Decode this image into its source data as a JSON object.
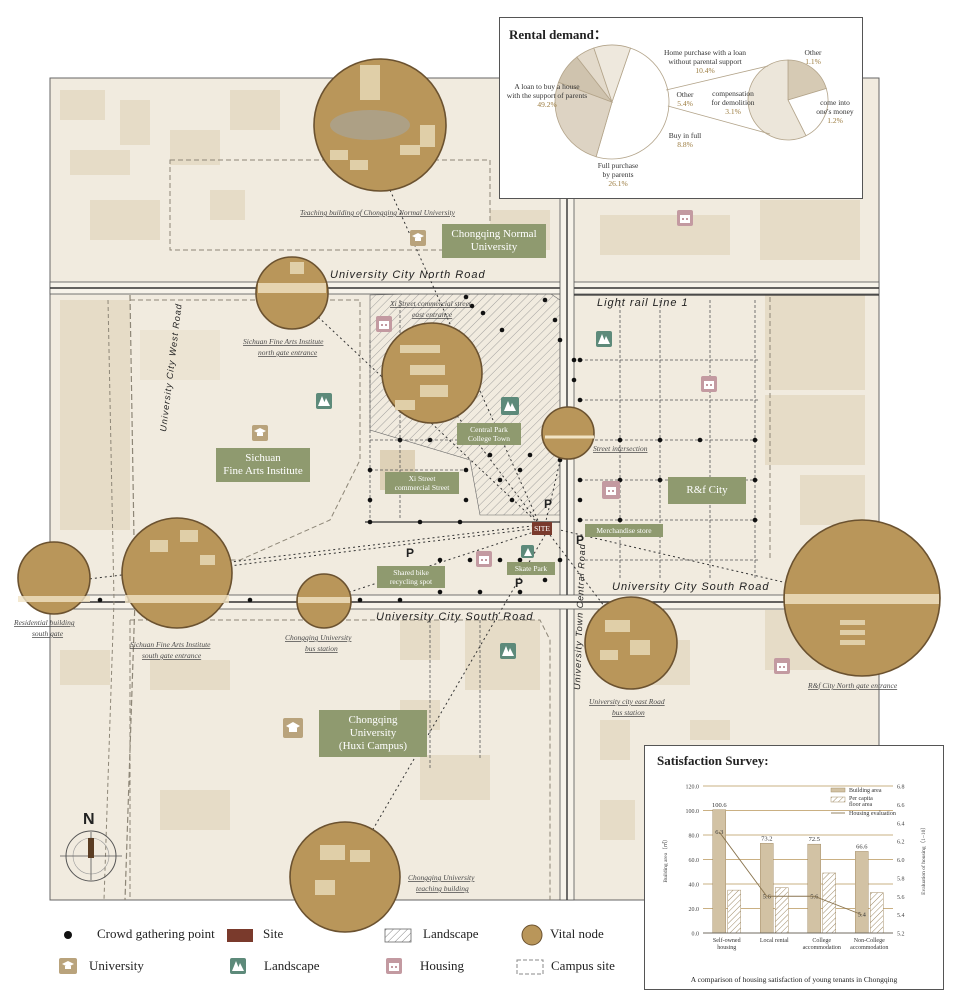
{
  "map": {
    "campuses": [
      {
        "name_lines": [
          "Chongqing Normal",
          "University"
        ]
      },
      {
        "name_lines": [
          "Sichuan",
          "Fine Arts Institute"
        ]
      },
      {
        "name_lines": [
          "Chongqing University",
          "(Huxi Campus)"
        ]
      },
      {
        "name_lines": [
          "R&f City"
        ]
      }
    ],
    "roads": {
      "north": "University City North Road",
      "south_left": "University City South Road",
      "south_right": "University City South Road",
      "west": "University City West Road",
      "central": "University Town Central Road",
      "light_rail": "Light rail Line 1"
    },
    "places": {
      "central_park": [
        "Central Park",
        "College Town"
      ],
      "xi_street": [
        "Xi Street",
        "commercial Street"
      ],
      "shared_bike": [
        "Shared bike",
        "recycling spot"
      ],
      "skate_park": "Skate Park",
      "merchandise": "Merchandise store",
      "site": "SITE",
      "parking": "P"
    },
    "node_labels": {
      "normal_teaching": "Teaching building of Chongqing Normal University",
      "sfai_north": [
        "Sichuan Fine Arts Institute",
        "north gate entrance"
      ],
      "xi_east": [
        "Xi Street commercial street",
        "east entrance"
      ],
      "street_intersection": "Street intersection",
      "residential_south": [
        "Residential building",
        "south gate"
      ],
      "sfai_south": [
        "Sichuan Fine Arts Institute",
        "south gate entrance"
      ],
      "cqu_bus": [
        "Chongqing University",
        "bus station"
      ],
      "east_bus": [
        "University city east Road",
        "bus station"
      ],
      "rf_north": "R&f City North gate entrance",
      "cqu_teaching": [
        "Chongqing University",
        "teaching building"
      ]
    },
    "compass": "N"
  },
  "rental": {
    "title": "Rental demand：",
    "main_pie": [
      {
        "label_lines": [
          "A loan to buy a house",
          "with the support of parents"
        ],
        "pct": 49.2,
        "pct_text": "49.2%"
      },
      {
        "label_lines": [
          "Full purchase",
          "by parents"
        ],
        "pct": 26.1,
        "pct_text": "26.1%"
      },
      {
        "label_lines": [
          "Buy in full"
        ],
        "pct": 8.8,
        "pct_text": "8.8%"
      },
      {
        "label_lines": [
          "Other"
        ],
        "pct": 5.4,
        "pct_text": "5.4%"
      },
      {
        "label_lines": [
          "Home purchase with a loan",
          "without parental support"
        ],
        "pct": 10.4,
        "pct_text": "10.4%"
      }
    ],
    "sub_pie": [
      {
        "label_lines": [
          "Other"
        ],
        "pct": 1.1,
        "pct_text": "1.1%"
      },
      {
        "label_lines": [
          "come into",
          "one's money"
        ],
        "pct": 1.2,
        "pct_text": "1.2%"
      },
      {
        "label_lines": [
          "compensation",
          "for demolition"
        ],
        "pct": 3.1,
        "pct_text": "3.1%"
      }
    ]
  },
  "chart_data": {
    "type": "bar",
    "title": "Satisfaction Survey:",
    "caption": "A comparison of housing satisfaction of young tenants in Chongqing",
    "categories": [
      [
        "Self-owned",
        "housing"
      ],
      [
        "Local rental"
      ],
      [
        "College",
        "accommodation"
      ],
      [
        "Non-College",
        "accommodation"
      ]
    ],
    "series": [
      {
        "name": "Building area",
        "axis": "left",
        "values": [
          100.6,
          73.2,
          72.5,
          66.6
        ]
      },
      {
        "name": "Per capita floor area",
        "axis": "left",
        "values": [
          35,
          37,
          49,
          33
        ]
      },
      {
        "name": "Housing evaluation",
        "axis": "right",
        "values": [
          6.3,
          5.6,
          5.6,
          5.4
        ],
        "labels": [
          "6.3",
          "5.6",
          "5.6",
          "5.4"
        ]
      }
    ],
    "bar_labels": [
      "100.6",
      "73.2",
      "72.5",
      "66.6"
    ],
    "legend": [
      "Building area",
      "Per capita",
      "floor area",
      "Housing evaluation"
    ],
    "ylabel": "Building area（㎡）",
    "ylabel_right": "Evaluation of housing（1~10）",
    "ylim": [
      0,
      120
    ],
    "ylim_right": [
      5.2,
      6.8
    ],
    "yticks": [
      "0.0",
      "20.0",
      "40.0",
      "60.0",
      "80.0",
      "100.0",
      "120.0"
    ],
    "yticks_right": [
      "5.2",
      "5.4",
      "5.6",
      "5.8",
      "6.0",
      "6.2",
      "6.4",
      "6.6",
      "6.8"
    ],
    "grid": true
  },
  "legend": [
    {
      "label": "Crowd gathering point",
      "symbol": "dot"
    },
    {
      "label": "Site",
      "symbol": "site"
    },
    {
      "label": "Landscape",
      "symbol": "hatch"
    },
    {
      "label": "Vital node",
      "symbol": "circle"
    },
    {
      "label": "University",
      "symbol": "uni-icon"
    },
    {
      "label": "Landscape",
      "symbol": "land-icon"
    },
    {
      "label": "Housing",
      "symbol": "house-icon"
    },
    {
      "label": "Campus site",
      "symbol": "dashed"
    }
  ],
  "colors": {
    "map_bg": "#f1ebdf",
    "block": "#e6dcc7",
    "vital_node": "#b9965a",
    "site": "#7a3a2c",
    "label_green": "#8f9a6f"
  }
}
